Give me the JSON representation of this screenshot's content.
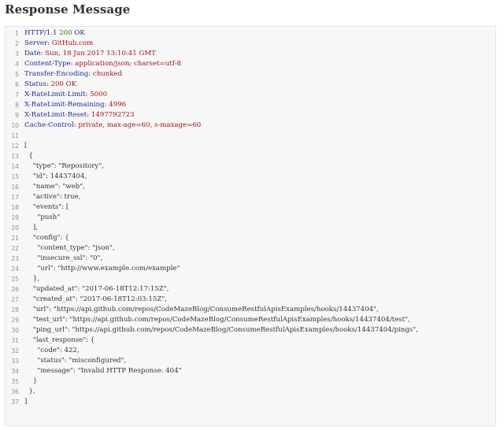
{
  "page_title": "Response Message",
  "colors": {
    "header_key": "#1f2d8f",
    "header_value": "#a3151a",
    "status_code": "#1a8a1a",
    "plain": "#333333",
    "line_number": "#909090",
    "code_background": "#f7f7f7"
  },
  "lines": [
    {
      "n": "1",
      "segs": [
        {
          "t": "HTTP/1.1 ",
          "c": "key"
        },
        {
          "t": "200",
          "c": "num"
        },
        {
          "t": " OK",
          "c": "key"
        }
      ]
    },
    {
      "n": "2",
      "segs": [
        {
          "t": "Server: ",
          "c": "key"
        },
        {
          "t": "GitHub.com",
          "c": "val"
        }
      ]
    },
    {
      "n": "3",
      "segs": [
        {
          "t": "Date: ",
          "c": "key"
        },
        {
          "t": "Sun, 18 Jun 2017 13:10:41 GMT",
          "c": "val"
        }
      ]
    },
    {
      "n": "4",
      "segs": [
        {
          "t": "Content-Type: ",
          "c": "key"
        },
        {
          "t": "application/json; charset=utf-8",
          "c": "val"
        }
      ]
    },
    {
      "n": "5",
      "segs": [
        {
          "t": "Transfer-Encoding: ",
          "c": "key"
        },
        {
          "t": "chunked",
          "c": "val"
        }
      ]
    },
    {
      "n": "6",
      "segs": [
        {
          "t": "Status: ",
          "c": "key"
        },
        {
          "t": "200 OK",
          "c": "val"
        }
      ]
    },
    {
      "n": "7",
      "segs": [
        {
          "t": "X-RateLimit-Limit: ",
          "c": "key"
        },
        {
          "t": "5000",
          "c": "val"
        }
      ]
    },
    {
      "n": "8",
      "segs": [
        {
          "t": "X-RateLimit-Remaining: ",
          "c": "key"
        },
        {
          "t": "4996",
          "c": "val"
        }
      ]
    },
    {
      "n": "9",
      "segs": [
        {
          "t": "X-RateLimit-Reset: ",
          "c": "key"
        },
        {
          "t": "1497792723",
          "c": "val"
        }
      ]
    },
    {
      "n": "10",
      "segs": [
        {
          "t": "Cache-Control: ",
          "c": "key"
        },
        {
          "t": "private, max-age=60, s-maxage=60",
          "c": "val"
        }
      ]
    },
    {
      "n": "11",
      "segs": []
    },
    {
      "n": "12",
      "segs": [
        {
          "t": "[",
          "c": "plain"
        }
      ]
    },
    {
      "n": "13",
      "segs": [
        {
          "t": "  {",
          "c": "plain"
        }
      ]
    },
    {
      "n": "14",
      "segs": [
        {
          "t": "    \"type\": \"Repository\",",
          "c": "plain"
        }
      ]
    },
    {
      "n": "15",
      "segs": [
        {
          "t": "    \"id\": 14437404,",
          "c": "plain"
        }
      ]
    },
    {
      "n": "16",
      "segs": [
        {
          "t": "    \"name\": \"web\",",
          "c": "plain"
        }
      ]
    },
    {
      "n": "17",
      "segs": [
        {
          "t": "    \"active\": true,",
          "c": "plain"
        }
      ]
    },
    {
      "n": "18",
      "segs": [
        {
          "t": "    \"events\": [",
          "c": "plain"
        }
      ]
    },
    {
      "n": "19",
      "segs": [
        {
          "t": "      \"push\"",
          "c": "plain"
        }
      ]
    },
    {
      "n": "20",
      "segs": [
        {
          "t": "    ],",
          "c": "plain"
        }
      ]
    },
    {
      "n": "21",
      "segs": [
        {
          "t": "    \"config\": {",
          "c": "plain"
        }
      ]
    },
    {
      "n": "22",
      "segs": [
        {
          "t": "      \"content_type\": \"json\",",
          "c": "plain"
        }
      ]
    },
    {
      "n": "23",
      "segs": [
        {
          "t": "      \"insecure_ssl\": \"0\",",
          "c": "plain"
        }
      ]
    },
    {
      "n": "24",
      "segs": [
        {
          "t": "      \"url\": \"http://www.example.com/example\"",
          "c": "plain"
        }
      ]
    },
    {
      "n": "25",
      "segs": [
        {
          "t": "    },",
          "c": "plain"
        }
      ]
    },
    {
      "n": "26",
      "segs": [
        {
          "t": "    \"updated_at\": \"2017-06-18T12:17:15Z\",",
          "c": "plain"
        }
      ]
    },
    {
      "n": "27",
      "segs": [
        {
          "t": "    \"created_at\": \"2017-06-18T12:03:15Z\",",
          "c": "plain"
        }
      ]
    },
    {
      "n": "28",
      "segs": [
        {
          "t": "    \"url\": \"https://api.github.com/repos/CodeMazeBlog/ConsumeRestfulApisExamples/hooks/14437404\",",
          "c": "plain"
        }
      ]
    },
    {
      "n": "29",
      "segs": [
        {
          "t": "    \"test_url\": \"https://api.github.com/repos/CodeMazeBlog/ConsumeRestfulApisExamples/hooks/14437404/test\",",
          "c": "plain"
        }
      ]
    },
    {
      "n": "30",
      "segs": [
        {
          "t": "    \"ping_url\": \"https://api.github.com/repos/CodeMazeBlog/ConsumeRestfulApisExamples/hooks/14437404/pings\",",
          "c": "plain"
        }
      ]
    },
    {
      "n": "31",
      "segs": [
        {
          "t": "    \"last_response\": {",
          "c": "plain"
        }
      ]
    },
    {
      "n": "32",
      "segs": [
        {
          "t": "      \"code\": 422,",
          "c": "plain"
        }
      ]
    },
    {
      "n": "33",
      "segs": [
        {
          "t": "      \"status\": \"misconfigured\",",
          "c": "plain"
        }
      ]
    },
    {
      "n": "34",
      "segs": [
        {
          "t": "      \"message\": \"Invalid HTTP Response: 404\"",
          "c": "plain"
        }
      ]
    },
    {
      "n": "35",
      "segs": [
        {
          "t": "    }",
          "c": "plain"
        }
      ]
    },
    {
      "n": "36",
      "segs": [
        {
          "t": "  },",
          "c": "plain"
        }
      ]
    },
    {
      "n": "37",
      "segs": [
        {
          "t": "]",
          "c": "plain"
        }
      ]
    }
  ]
}
